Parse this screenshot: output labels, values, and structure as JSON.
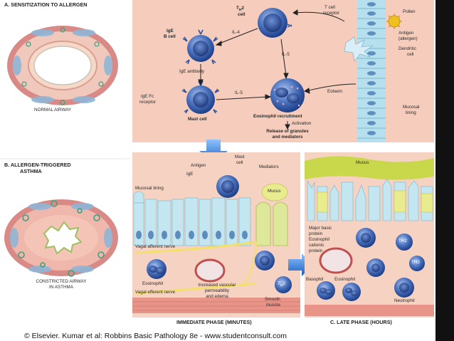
{
  "sections": {
    "a_title": "A. SENSITIZATION TO ALLERGEN",
    "b_title": "B. ALLERGEN-TRIGGERED",
    "b_title2": "ASTHMA",
    "c_title": "C. LATE PHASE (HOURS)",
    "immediate": "IMMEDIATE PHASE (MINUTES)"
  },
  "airway": {
    "normal": "NORMAL AIRWAY",
    "constricted1": "CONSTRICTED AIRWAY",
    "constricted2": "IN ASTHMA"
  },
  "panel_a": {
    "th2_1": "T",
    "th2_2": "H",
    "th2_3": "2",
    "th2_4": "cell",
    "tcell_receptor1": "T cell",
    "tcell_receptor2": "receptor",
    "pollen": "Pollen",
    "antigen1": "Antigen",
    "antigen2": "(allergen)",
    "dendritic1": "Dendritic",
    "dendritic2": "cell",
    "ige_b1": "IgE",
    "ige_b2": "B cell",
    "il4": "IL-4",
    "il5a": "IL-5",
    "il5b": "IL-5",
    "ige_antibody": "IgE antibody",
    "fc1": "IgE Fc",
    "fc2": "receptor",
    "mast": "Mast cell",
    "eotaxin": "Eotaxin",
    "eos_recruit": "Eosinophil recruitment",
    "activation": "Activation",
    "release1": "Release of granules",
    "release2": "and mediators",
    "mucosal1": "Mucosal",
    "mucosal2": "lining"
  },
  "panel_b": {
    "antigen": "Antigen",
    "mast1": "Mast",
    "mast2": "cell",
    "mediators": "Mediators",
    "ige": "IgE",
    "mucosal": "Mucosal lining",
    "mucus": "Mucus",
    "vagal_aff": "Vagal afferent nerve",
    "eosinophil": "Eosinophil",
    "vasc1": "Increased vascular",
    "vasc2": "permeability",
    "vasc3": "and edema",
    "vagal_eff": "Vagal efferent nerve",
    "th2": "T",
    "th2_sub": "H",
    "th2_num": "2",
    "smooth1": "Smooth",
    "smooth2": "muscle"
  },
  "panel_c": {
    "mucus": "Mucus",
    "mbp1": "Major basic",
    "mbp2": "protein",
    "mbp3": "Eosinophil",
    "mbp4": "cationic",
    "mbp5": "protein",
    "basophil": "Basophil",
    "eosinophil": "Eosinophil",
    "neutrophil": "Neutrophil",
    "th2a": "TH2",
    "th2b": "TH2"
  },
  "caption": "© Elsevier. Kumar et al: Robbins Basic Pathology 8e - www.studentconsult.com",
  "colors": {
    "panel_bg": "#f4c9b8",
    "cell": "#3f66b4",
    "cell_dark": "#1e3f88",
    "epithelium": "#a8d8e6",
    "mucus": "#c6d64a",
    "arrow": "#2f6fc8"
  }
}
